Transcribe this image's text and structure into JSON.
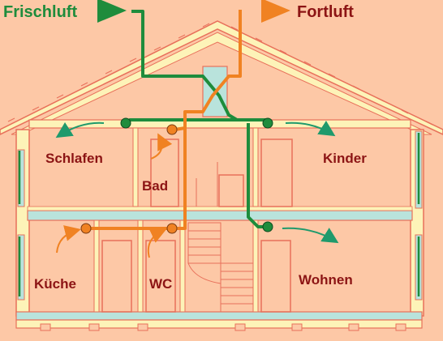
{
  "legend": {
    "fresh_air": "Frischluft",
    "exhaust_air": "Fortluft"
  },
  "rooms": {
    "bedroom": "Schlafen",
    "kids": "Kinder",
    "bath": "Bad",
    "kitchen": "Küche",
    "wc": "WC",
    "living": "Wohnen"
  },
  "colors": {
    "background": "#fdc8a6",
    "fresh_air": "#1e8c3c",
    "exhaust_air": "#f08222",
    "label_dark_red": "#8c1414",
    "wall_fill": "#fdf3b8",
    "wall_outline": "#e8705a",
    "window_glass": "#b9e3dc",
    "arrow_teal": "#1f9a6c"
  },
  "icons": {
    "heat_exchanger": "crossflow-exchanger-icon",
    "fresh_outlet": "green-valve-icon",
    "exhaust_inlet": "orange-valve-icon"
  }
}
